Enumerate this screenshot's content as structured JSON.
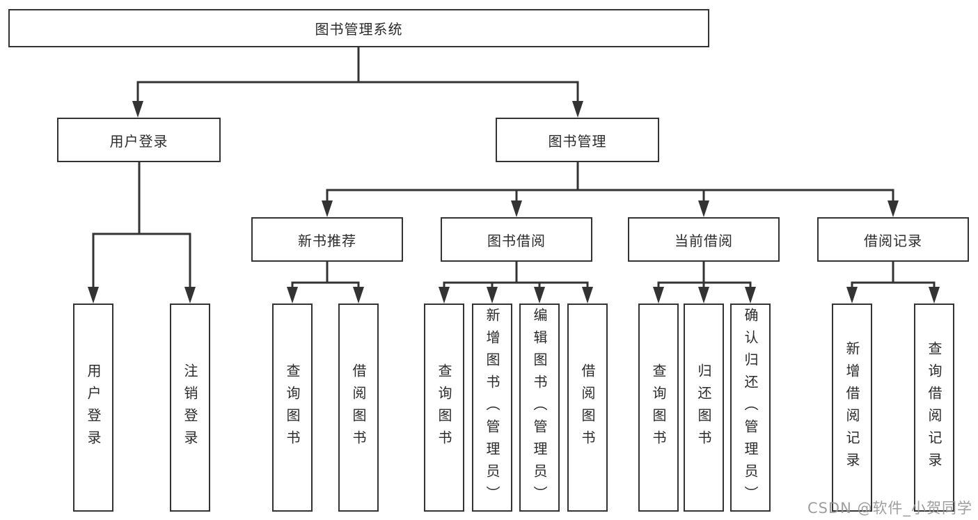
{
  "diagram": {
    "root": {
      "label": "图书管理系统"
    },
    "level2": [
      {
        "label": "用户登录"
      },
      {
        "label": "图书管理"
      }
    ],
    "level3": [
      {
        "label": "新书推荐",
        "parent": "图书管理"
      },
      {
        "label": "图书借阅",
        "parent": "图书管理"
      },
      {
        "label": "当前借阅",
        "parent": "图书管理"
      },
      {
        "label": "借阅记录",
        "parent": "图书管理"
      }
    ],
    "leaves": [
      {
        "label": "用户登录",
        "parent": "用户登录"
      },
      {
        "label": "注销登录",
        "parent": "用户登录"
      },
      {
        "label": "查询图书",
        "parent": "新书推荐"
      },
      {
        "label": "借阅图书",
        "parent": "新书推荐"
      },
      {
        "label": "查询图书",
        "parent": "图书借阅"
      },
      {
        "label": "新增图书（管理员）",
        "parent": "图书借阅"
      },
      {
        "label": "编辑图书（管理员）",
        "parent": "图书借阅"
      },
      {
        "label": "借阅图书",
        "parent": "图书借阅"
      },
      {
        "label": "查询图书",
        "parent": "当前借阅"
      },
      {
        "label": "归还图书",
        "parent": "当前借阅"
      },
      {
        "label": "确认归还（管理员）",
        "parent": "当前借阅"
      },
      {
        "label": "新增借阅记录",
        "parent": "借阅记录"
      },
      {
        "label": "查询借阅记录",
        "parent": "借阅记录"
      }
    ]
  },
  "watermark": {
    "text": "CSDN @软件_小贺同学"
  },
  "colors": {
    "line": "#333333",
    "box_border": "#333333",
    "box_fill": "#ffffff",
    "text": "#2b2b2b",
    "background": "#ffffff",
    "watermark": "#949494"
  }
}
